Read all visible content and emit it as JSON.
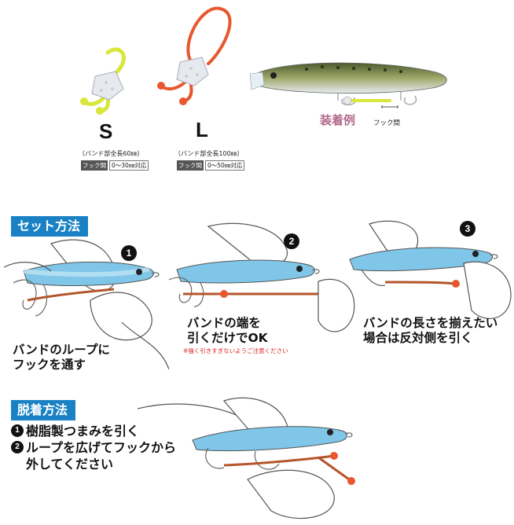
{
  "sizes": [
    {
      "letter": "S",
      "spec": "（バンド部全長60㎜）",
      "range_tag": "フック間",
      "range_value": "0〜30㎜対応"
    },
    {
      "letter": "L",
      "spec": "（バンド部全長100㎜）",
      "range_tag": "フック間",
      "range_value": "0〜50㎜対応"
    }
  ],
  "example": {
    "label": "装着例",
    "hook_gap": "フック間"
  },
  "set_method": {
    "title": "セット方法",
    "steps": [
      {
        "num": "1",
        "caption_lines": [
          "バンドのループに",
          "フックを通す"
        ]
      },
      {
        "num": "2",
        "caption_lines": [
          "バンドの端を",
          "引くだけでOK"
        ],
        "caution": "※強く引きすぎないようご注意ください"
      },
      {
        "num": "3",
        "caption_lines": [
          "バンドの長さを揃えたい",
          "場合は反対側を引く"
        ]
      }
    ]
  },
  "remove_method": {
    "title": "脱着方法",
    "steps": [
      {
        "num": "1",
        "text": "樹脂製つまみを引く"
      },
      {
        "num": "2",
        "text": "ループを広げてフックから"
      }
    ],
    "continuation": "外してください"
  },
  "colors": {
    "accent_blue": "#1a82c4",
    "band_yellow": "#d9e63a",
    "band_orange": "#e8572e",
    "band_brown": "#b5552b",
    "lure_blue": "#7fc6e8"
  }
}
